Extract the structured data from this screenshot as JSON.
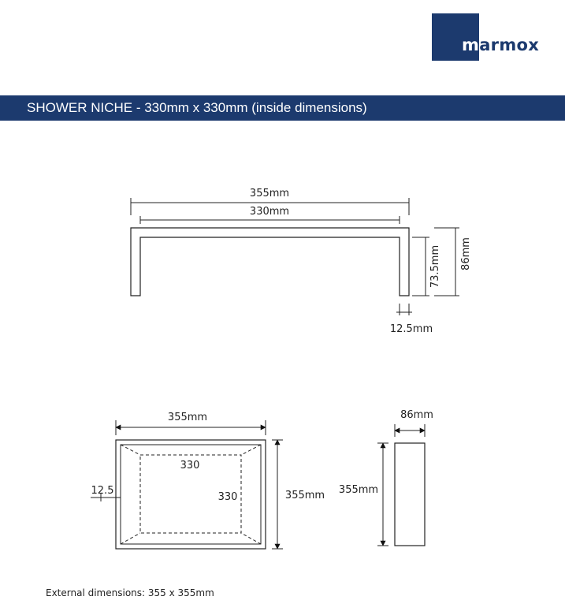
{
  "brand": {
    "name_prefix": "m",
    "name_rest": "armox",
    "box_color": "#1c3a6e"
  },
  "title_bar": {
    "title": "SHOWER NICHE - 330mm x 330mm (inside dimensions)",
    "color": "#1c3a6e"
  },
  "front_view": {
    "outer_width": "355mm",
    "inner_width": "330mm",
    "inner_depth": "73.5mm",
    "total_depth": "86mm",
    "wall_thickness": "12.5mm"
  },
  "face_view": {
    "outer_width": "355mm",
    "inner_width": "330",
    "inner_height": "330",
    "rim": "12.5",
    "outer_height": "355mm"
  },
  "side_view": {
    "depth": "86mm",
    "height": "355mm"
  },
  "footer": {
    "note": "External dimensions: 355 x 355mm"
  }
}
